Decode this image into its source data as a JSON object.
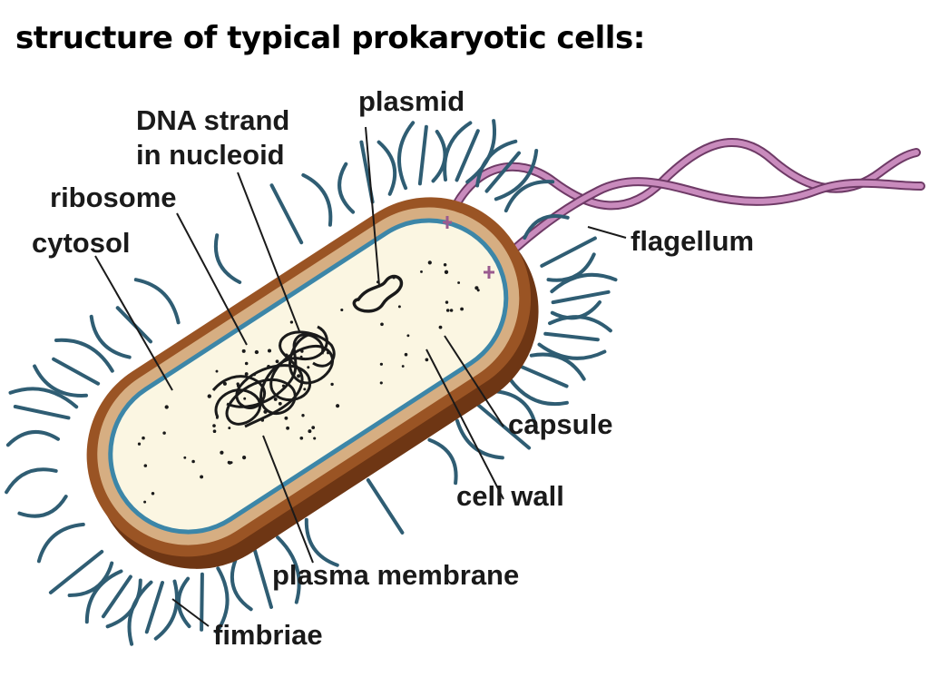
{
  "slide": {
    "title": "structure of typical prokaryotic cells:"
  },
  "diagram": {
    "labels": {
      "dna_strand_line1": "DNA strand",
      "dna_strand_line2": "in nucleoid",
      "plasmid": "plasmid",
      "ribosome": "ribosome",
      "cytosol": "cytosol",
      "flagellum": "flagellum",
      "capsule": "capsule",
      "cell_wall": "cell wall",
      "plasma_membrane": "plasma membrane",
      "fimbriae": "fimbriae"
    },
    "colors": {
      "capsule": "#8a4a1e",
      "capsule_light": "#b06a34",
      "cell_wall": "#d4a87a",
      "plasma_membrane": "#3c86a8",
      "cytosol": "#fbf6e2",
      "fimbriae": "#2f5d73",
      "flagellum": "#b06aa5",
      "dna": "#1a1a1a"
    }
  }
}
